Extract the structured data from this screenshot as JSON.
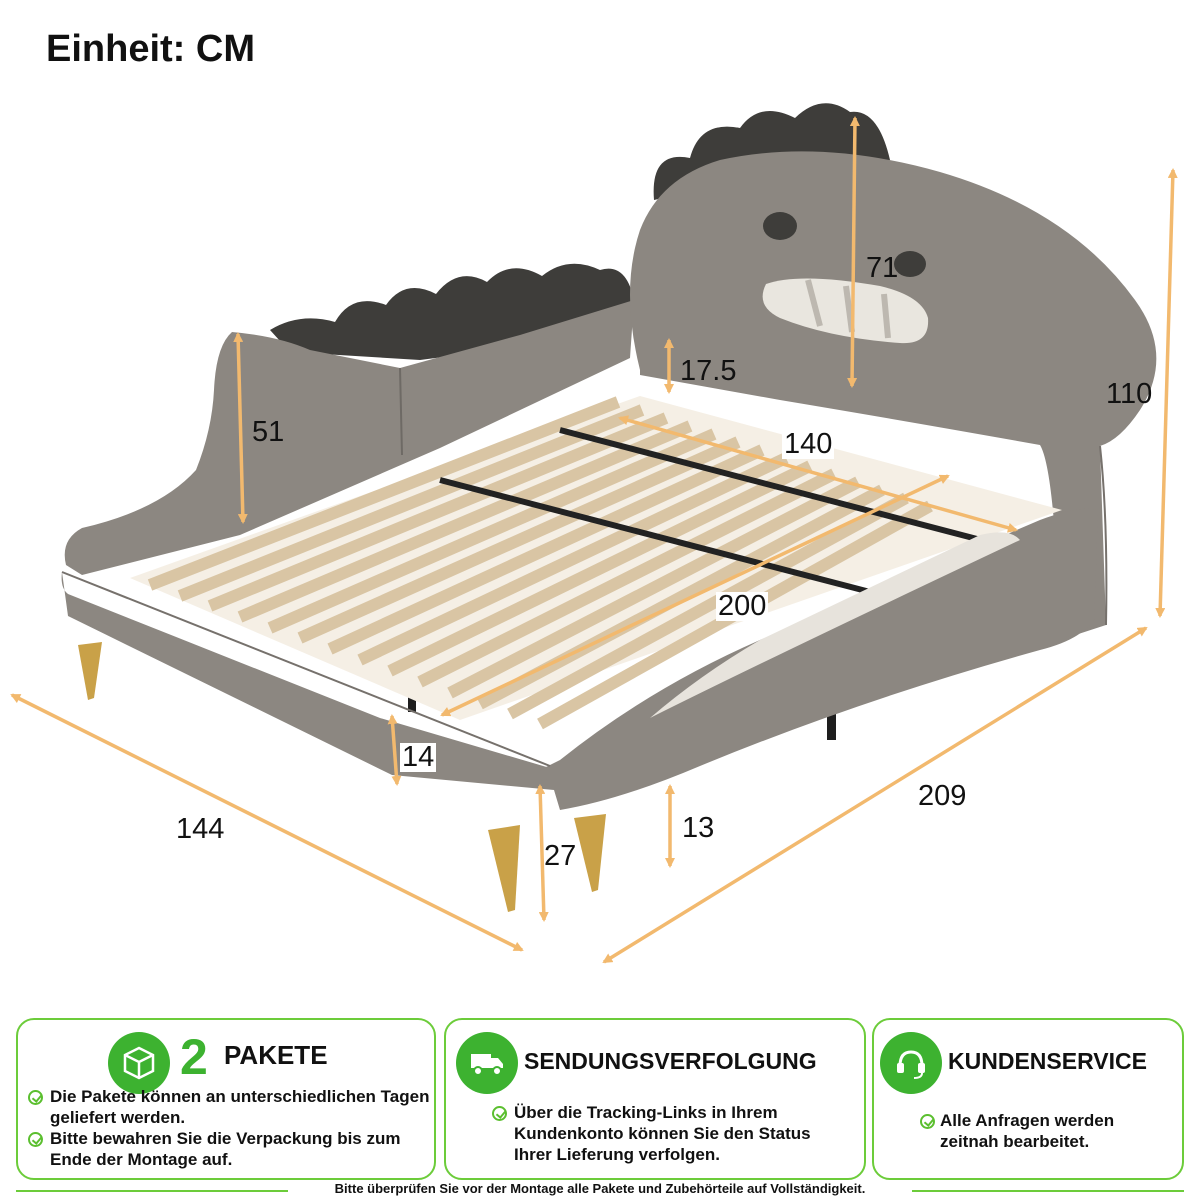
{
  "header": {
    "unit_title": "Einheit: CM"
  },
  "dimensions": {
    "headboard_face": "71",
    "headboard_gap": "17.5",
    "total_height": "110",
    "side_panel_height": "51",
    "inner_width": "140",
    "inner_length": "200",
    "rail_height": "14",
    "leg_height": "27",
    "clearance": "13",
    "total_width": "144",
    "total_length": "209"
  },
  "colors": {
    "accent_arrow": "#f2b96e",
    "upholstery": "#8c8781",
    "spikes": "#3e3d3a",
    "slats": "#ead7b8",
    "frame": "#222222",
    "legs_gold": "#c9a148",
    "green": "#3db230"
  },
  "cards": [
    {
      "icon": "package-icon",
      "number": "2",
      "title": "PAKETE",
      "bullets": [
        "Die Pakete können an unterschiedlichen Tagen geliefert werden.",
        "Bitte bewahren Sie die Verpackung bis zum Ende der Montage auf."
      ]
    },
    {
      "icon": "delivery-truck-icon",
      "title": "SENDUNGSVERFOLGUNG",
      "bullets": [
        "Über die Tracking-Links in Ihrem Kundenkonto können Sie den Status Ihrer Lieferung verfolgen."
      ]
    },
    {
      "icon": "headset-icon",
      "title": "KUNDENSERVICE",
      "bullets": [
        "Alle Anfragen werden zeitnah bearbeitet."
      ]
    }
  ],
  "footer": {
    "note": "Bitte überprüfen Sie vor der Montage alle Pakete und Zubehörteile auf Vollständigkeit."
  }
}
